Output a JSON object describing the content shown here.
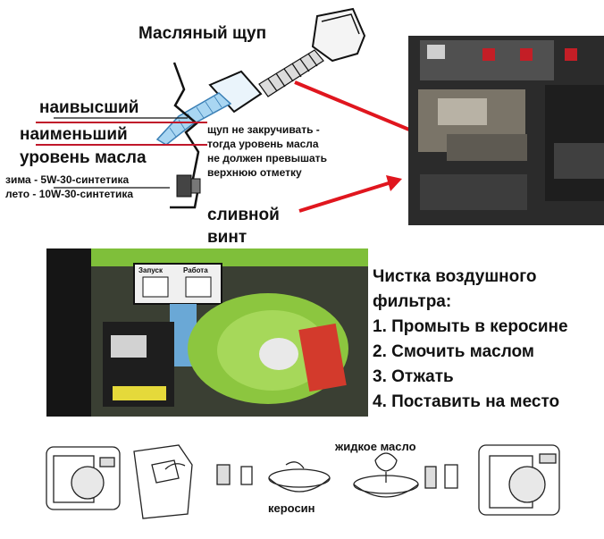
{
  "top": {
    "dipstick_label": "Масляный щуп",
    "highest_label": "наивысший",
    "lowest_label": "наименьший",
    "oil_level_label": "уровень масла",
    "winter_oil": "зима - 5W-30-синтетика",
    "summer_oil": "лето - 10W-30-синтетика",
    "note_lines": [
      "щуп не закручивать -",
      "тогда уровень масла",
      "не должен превышать",
      "верхнюю отметку"
    ],
    "drain_label_line1": "сливной",
    "drain_label_line2": "винт"
  },
  "filter": {
    "title_line1": "Чистка воздушного",
    "title_line2": "фильтра:",
    "steps": [
      "1. Промыть в керосине",
      "2. Смочить маслом",
      "3. Отжать",
      "4. Поставить на место"
    ]
  },
  "bottom": {
    "kerosene_label": "керосин",
    "liquid_oil_label": "жидкое масло"
  },
  "panel_switch": {
    "left_text": "Запуск",
    "right_text": "Работа"
  },
  "colors": {
    "arrow_red": "#e0161e",
    "engine_green": "#8cc63f",
    "frame_dark": "#1a1a1a"
  }
}
